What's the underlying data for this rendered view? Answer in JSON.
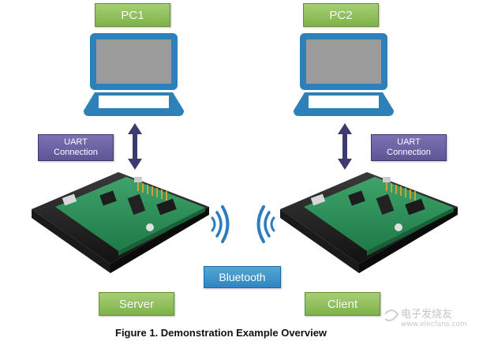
{
  "pc1": {
    "label": "PC1"
  },
  "pc2": {
    "label": "PC2"
  },
  "uart_left": {
    "line1": "UART",
    "line2": "Connection"
  },
  "uart_right": {
    "line1": "UART",
    "line2": "Connection"
  },
  "bluetooth": {
    "label": "Bluetooth"
  },
  "server": {
    "label": "Server"
  },
  "client": {
    "label": "Client"
  },
  "caption": {
    "text": "Figure 1. Demonstration Example Overview"
  },
  "watermark": {
    "text": "电子发烧友",
    "site": "www.elecfans.com"
  },
  "colors": {
    "laptop": "#2d81b8",
    "arrow": "#3c3a6e",
    "wave": "#2e7cc0",
    "label_green": "#8cc05a",
    "label_purple": "#6a62a4",
    "label_blue": "#3a92c9"
  }
}
